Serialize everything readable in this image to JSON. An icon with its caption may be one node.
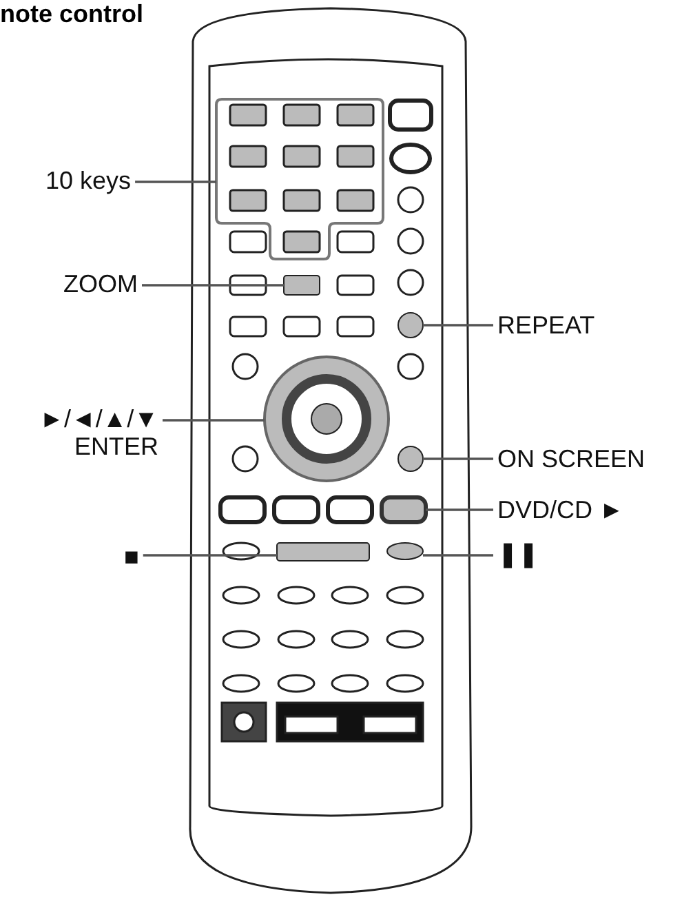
{
  "diagram": {
    "title": "note control",
    "nodes": [
      {
        "text": [
          "10 keys"
        ]
      },
      {
        "text": [],
        "shape": "box"
      },
      {
        "text": [
          "ZOOM"
        ]
      },
      {
        "text": [],
        "shape": "box"
      },
      {
        "text": [
          "►/◄/▲/▼ ENTER"
        ]
      },
      {
        "text": [],
        "shape": "circle"
      },
      {
        "text": [
          "■"
        ]
      },
      {
        "text": [],
        "shape": "box"
      },
      {
        "text": [
          "REPEAT"
        ]
      },
      {
        "text": [],
        "shape": "circle"
      },
      {
        "text": [
          "ON SCREEN"
        ]
      },
      {
        "text": [],
        "shape": "circle"
      },
      {
        "text": [
          "DVD/CD ►"
        ]
      },
      {
        "text": [],
        "shape": "box"
      },
      {
        "text": [
          "❚❚"
        ]
      },
      {
        "text": [],
        "shape": "box"
      }
    ],
    "edges": [
      {
        "from": 0,
        "to": 1,
        "arrow": "none"
      },
      {
        "from": 2,
        "to": 3,
        "arrow": "none"
      },
      {
        "from": 4,
        "to": 5,
        "arrow": "none"
      },
      {
        "from": 6,
        "to": 7,
        "arrow": "none"
      },
      {
        "from": 8,
        "to": 9,
        "arrow": "none"
      },
      {
        "from": 10,
        "to": 11,
        "arrow": "none"
      },
      {
        "from": 12,
        "to": 13,
        "arrow": "none"
      },
      {
        "from": 14,
        "to": 15,
        "arrow": "none"
      }
    ]
  }
}
